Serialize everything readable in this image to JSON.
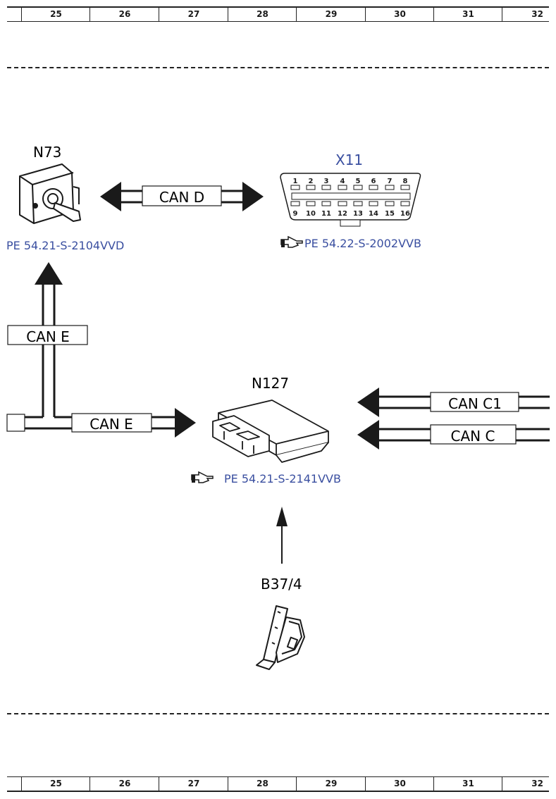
{
  "ruler": {
    "columns": [
      "25",
      "26",
      "27",
      "28",
      "29",
      "30",
      "31",
      "32"
    ]
  },
  "components": {
    "n73": {
      "label": "N73",
      "ref": "PE 54.21-S-2104VVD"
    },
    "x11": {
      "label": "X11",
      "ref": "PE 54.22-S-2002VVB",
      "pins_top": [
        "1",
        "2",
        "3",
        "4",
        "5",
        "6",
        "7",
        "8"
      ],
      "pins_bottom": [
        "9",
        "10",
        "11",
        "12",
        "13",
        "14",
        "15",
        "16"
      ]
    },
    "n127": {
      "label": "N127",
      "ref": "PE 54.21-S-2141VVB"
    },
    "b37_4": {
      "label": "B37/4"
    }
  },
  "buses": {
    "can_d": "CAN D",
    "can_e_vertical": "CAN E",
    "can_e_horizontal": "CAN E",
    "can_c1": "CAN C1",
    "can_c": "CAN C"
  },
  "colors": {
    "reference_link": "#3a4fa0",
    "line": "#1a1a1a"
  }
}
